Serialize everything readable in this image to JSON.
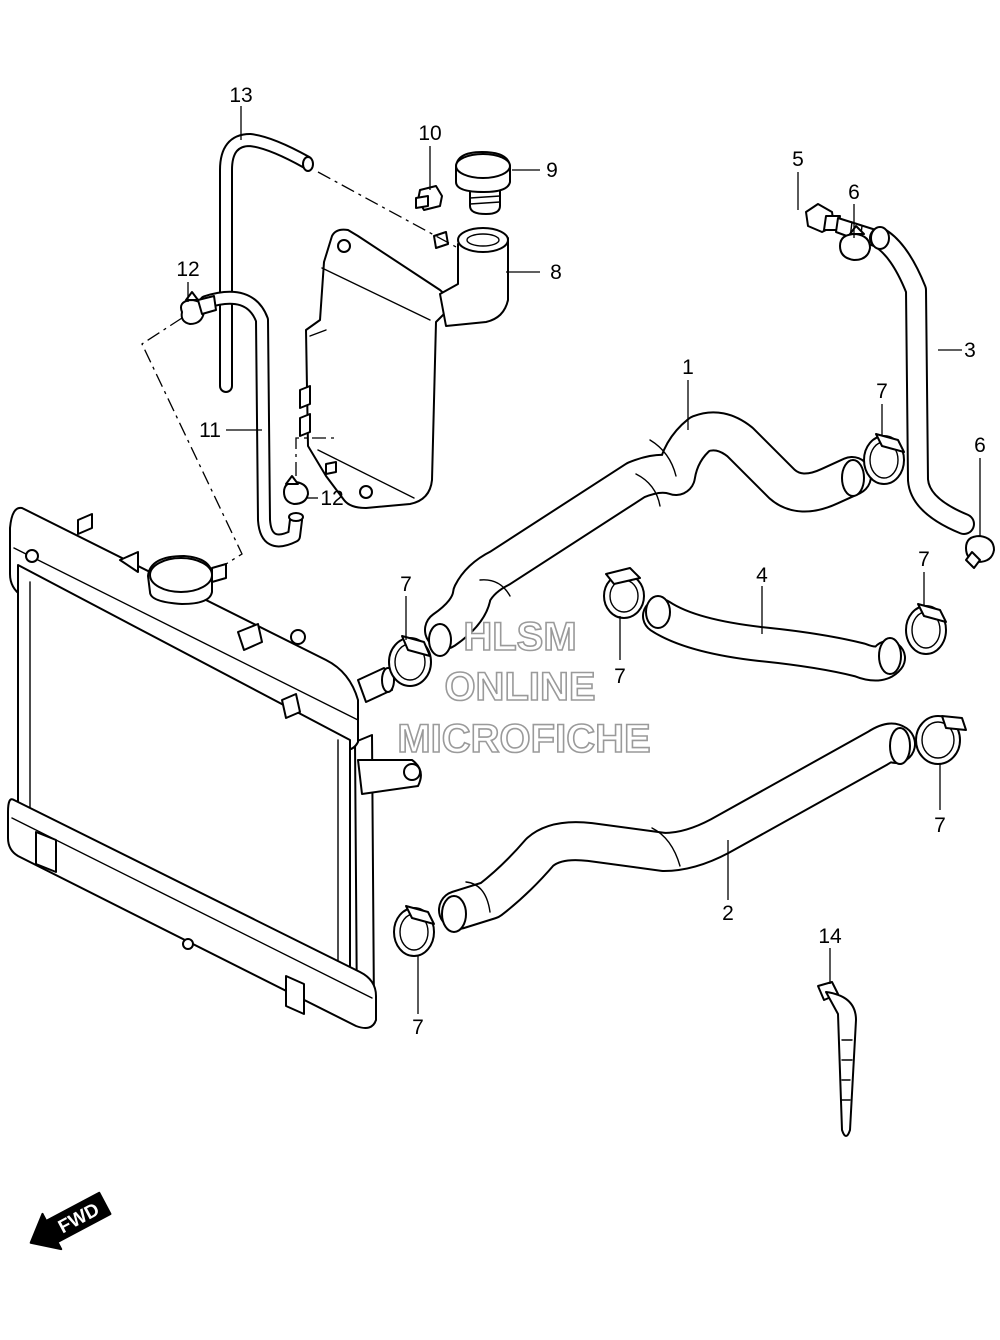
{
  "watermark": {
    "line1": "HLSM",
    "line2": "ONLINE",
    "line3": "MICROFICHE"
  },
  "direction_label": "FWD",
  "callouts": {
    "c1": "1",
    "c2": "2",
    "c3": "3",
    "c4": "4",
    "c5": "5",
    "c6a": "6",
    "c6b": "6",
    "c7a": "7",
    "c7b": "7",
    "c7c": "7",
    "c7d": "7",
    "c7e": "7",
    "c7f": "7",
    "c8": "8",
    "c9": "9",
    "c10": "10",
    "c11": "11",
    "c12a": "12",
    "c12b": "12",
    "c13": "13",
    "c14": "14"
  },
  "colors": {
    "line": "#000000",
    "background": "#ffffff",
    "watermark": "#9a9a9a",
    "fwd_arrow": "#000000"
  }
}
